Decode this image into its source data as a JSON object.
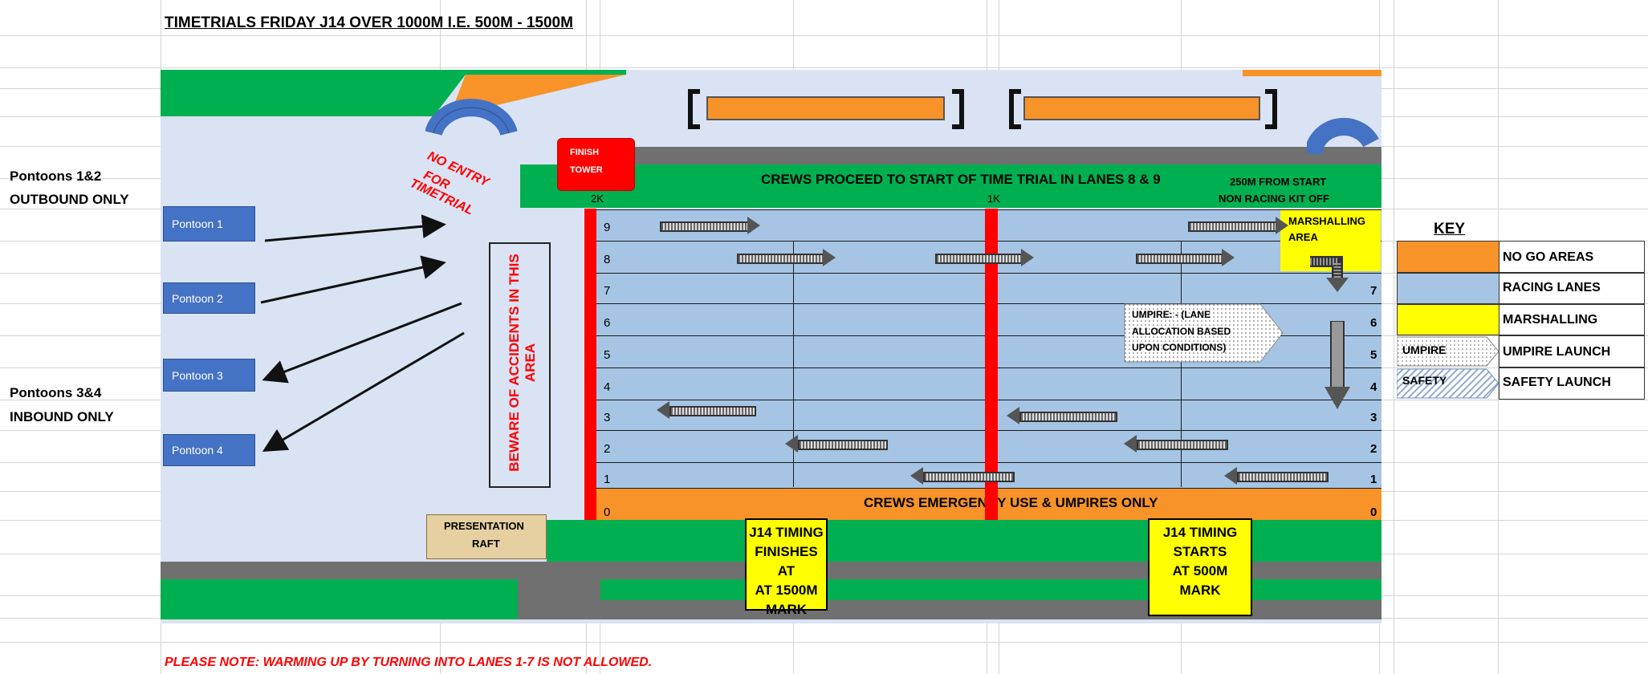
{
  "title": "TIMETRIALS  FRIDAY J14 OVER 1000M I.E. 500M - 1500M",
  "note": "PLEASE NOTE: WARMING UP BY TURNING INTO LANES 1-7 IS NOT ALLOWED.",
  "side": {
    "out_line1": "Pontoons 1&2",
    "out_line2": "OUTBOUND ONLY",
    "in_line1": "Pontoons 3&4",
    "in_line2": "INBOUND ONLY"
  },
  "pontoons": [
    "Pontoon 1",
    "Pontoon 2",
    "Pontoon 3",
    "Pontoon 4"
  ],
  "no_entry": {
    "l1": "NO ENTRY",
    "l2": "FOR",
    "l3": "TIMETRIAL"
  },
  "beware": "BEWARE OF ACCIDENTS IN THIS AREA",
  "finish_tower": {
    "l1": "FINISH",
    "l2": "TOWER"
  },
  "top_banner": "CREWS PROCEED TO START OF TIME TRIAL IN LANES 8 & 9",
  "start_note": {
    "l1": "250M FROM START",
    "l2": "NON RACING KIT OFF"
  },
  "marks": {
    "two_k": "2K",
    "one_k": "1K"
  },
  "marshalling": {
    "l1": "MARSHALLING",
    "l2": "AREA"
  },
  "lane_numbers_left": [
    "9",
    "8",
    "7",
    "6",
    "5",
    "4",
    "3",
    "2",
    "1",
    "0"
  ],
  "lane_numbers_right": [
    "7",
    "6",
    "5",
    "4",
    "3",
    "2",
    "1",
    "0"
  ],
  "umpire_note": {
    "l1": "UMPIRE: - (LANE",
    "l2": "ALLOCATION BASED",
    "l3": "UPON CONDITIONS)"
  },
  "emergency_banner": "CREWS EMERGENCY USE & UMPIRES ONLY",
  "presentation_raft": {
    "l1": "PRESENTATION",
    "l2": "RAFT"
  },
  "timing_finish": {
    "l1": "J14 TIMING",
    "l2": "FINISHES AT",
    "l3": "AT 1500M",
    "l4": "MARK"
  },
  "timing_start": {
    "l1": "J14 TIMING",
    "l2": "STARTS",
    "l3": "AT 500M",
    "l4": "MARK"
  },
  "key": {
    "title": "KEY",
    "items": [
      {
        "label": "NO GO AREAS",
        "color": "#f79328"
      },
      {
        "label": "RACING LANES",
        "color": "#a6c5e4"
      },
      {
        "label": "MARSHALLING",
        "color": "#ffff00"
      },
      {
        "label": "UMPIRE LAUNCH",
        "cell_text": "UMPIRE"
      },
      {
        "label": "SAFETY LAUNCH",
        "cell_text": "SAFETY"
      }
    ]
  },
  "colors": {
    "green": "#00b050",
    "orange": "#f79328",
    "lane_blue": "#a6c5e4",
    "water": "#dae3f3",
    "red": "#ff0000",
    "grey": "#707070",
    "yellow": "#ffff00"
  }
}
